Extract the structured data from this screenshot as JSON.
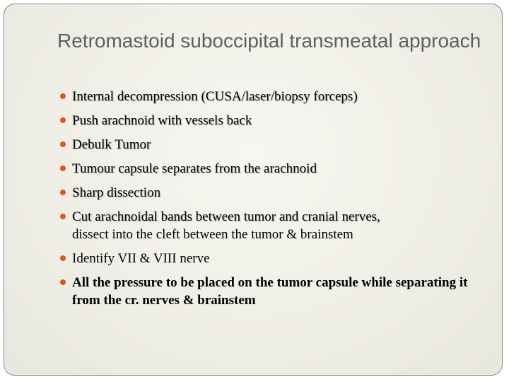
{
  "slide": {
    "title": "Retromastoid suboccipital transmeatal approach",
    "bullets": [
      {
        "text": "Internal decompression (CUSA/laser/biopsy forceps)"
      },
      {
        "text": "Push arachnoid with vessels back"
      },
      {
        "text": "Debulk Tumor"
      },
      {
        "text": "Tumour capsule separates from the arachnoid"
      },
      {
        "text": "Sharp dissection"
      },
      {
        "text": "Cut arachnoidal bands between tumor and cranial nerves,",
        "continuation": "dissect into the cleft between the tumor & brainstem"
      },
      {
        "text": "Identify VII & VIII nerve"
      },
      {
        "text": "All the pressure to be placed on the tumor capsule while separating it from the cr. nerves & brainstem"
      }
    ]
  },
  "colors": {
    "bullet": "#e0561b",
    "title": "#5e5e5e",
    "background": "#efeee6",
    "border": "#8a8a8a"
  }
}
